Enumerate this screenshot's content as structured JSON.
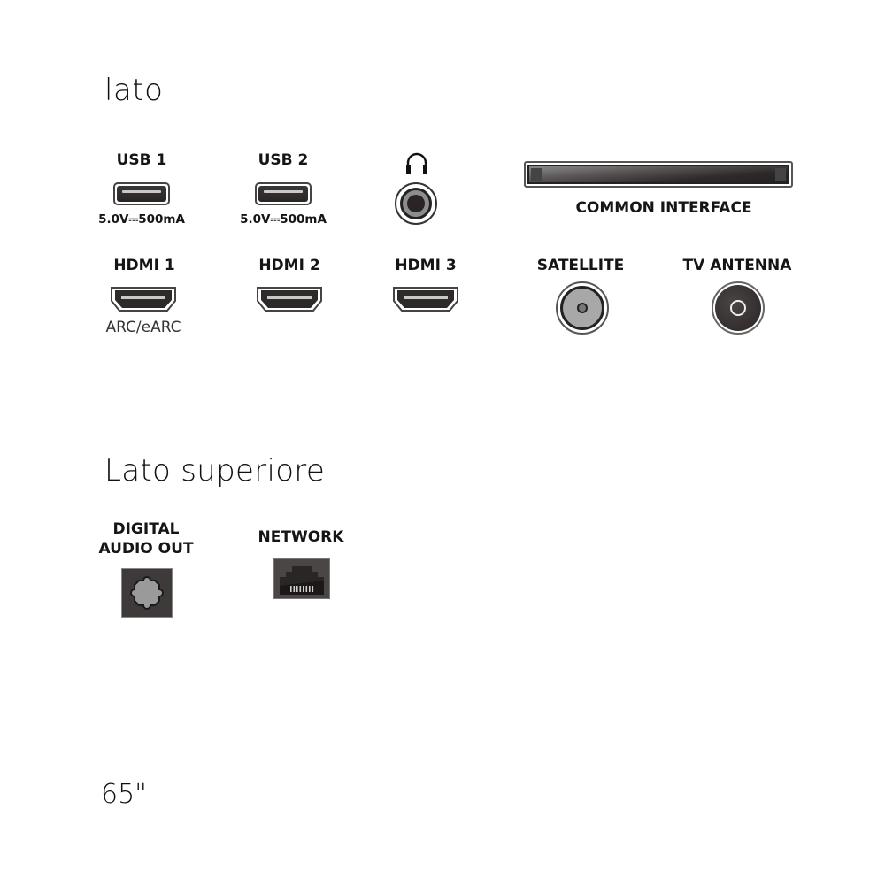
{
  "sections": {
    "side": {
      "title": "lato"
    },
    "top": {
      "title": "Lato superiore"
    }
  },
  "model_size": "65\"",
  "ports": {
    "usb1": {
      "label": "USB 1",
      "rating": "5.0V⎓500mA"
    },
    "usb2": {
      "label": "USB 2",
      "rating": "5.0V⎓500mA"
    },
    "headphone": {
      "icon": "headphone-icon"
    },
    "common_interface": {
      "label": "COMMON INTERFACE"
    },
    "hdmi1": {
      "label": "HDMI 1",
      "note": "ARC/eARC"
    },
    "hdmi2": {
      "label": "HDMI 2"
    },
    "hdmi3": {
      "label": "HDMI 3"
    },
    "satellite": {
      "label": "SATELLITE"
    },
    "tv_antenna": {
      "label": "TV ANTENNA"
    },
    "digital_audio_out": {
      "label_line1": "DIGITAL",
      "label_line2": "AUDIO OUT"
    },
    "network": {
      "label": "NETWORK"
    }
  },
  "colors": {
    "port_dark": "#2a2626",
    "port_grey": "#a8a8a8",
    "text": "#151515"
  }
}
